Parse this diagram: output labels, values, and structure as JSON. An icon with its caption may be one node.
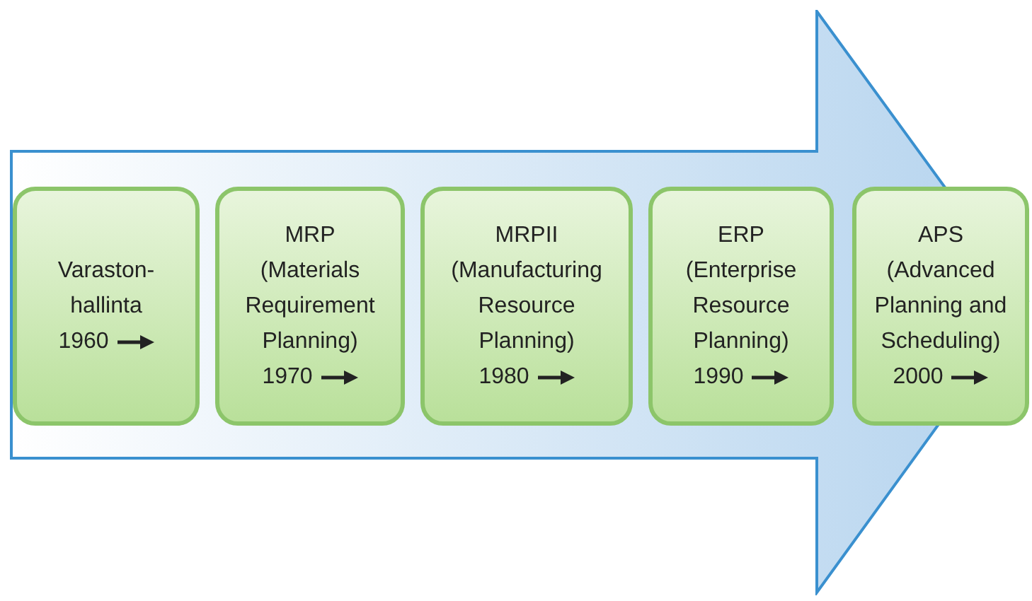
{
  "diagram": {
    "nodes": [
      {
        "text": [],
        "shape": "arrow"
      },
      {
        "text": [
          "Varaston-hallinta",
          "1960"
        ],
        "in": 0
      },
      {
        "text": [
          "MRP",
          "(Materials Requirement Planning)",
          "1970"
        ],
        "in": 0
      },
      {
        "text": [
          "MRPII",
          "(Manufacturing Resource Planning)",
          "1980"
        ],
        "in": 0
      },
      {
        "text": [
          "ERP",
          "(Enterprise Resource Planning)",
          "1990"
        ],
        "in": 0
      },
      {
        "text": [
          "APS",
          "(Advanced Planning and Scheduling)",
          "2000"
        ],
        "in": 0
      }
    ],
    "edges": []
  }
}
